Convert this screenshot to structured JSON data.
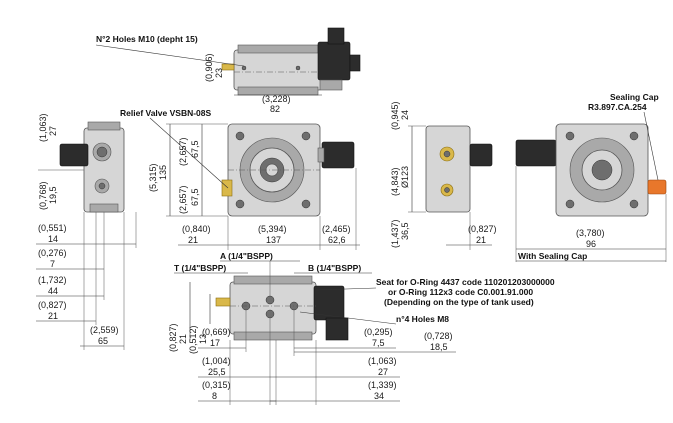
{
  "labels": {
    "holes_m10": "N°2 Holes M10 (depht 15)",
    "relief_valve": "Relief Valve VSBN-08S",
    "sealing_cap_title": "Sealing Cap",
    "sealing_cap_code": "R3.897.CA.254",
    "with_sealing_cap": "With Sealing Cap",
    "port_a": "A (1/4\"BSPP)",
    "port_t": "T (1/4\"BSPP)",
    "port_b": "B (1/4\"BSPP)",
    "oring_line1": "Seat for O-Ring 4437 code 110201203000000",
    "oring_line2": "or O-Ring 112x3 code C0.001.91.000",
    "oring_line3": "(Depending on the type of tank used)",
    "holes_m8": "n°4 Holes M8"
  },
  "dims": {
    "top_3228": "(3,228)",
    "top_82": "82",
    "top_0906": "(0,906)",
    "top_23": "23",
    "l_1063": "(1,063)",
    "l_27": "27",
    "l_0768": "(0,768)",
    "l_195": "19,5",
    "l_0551": "(0,551)",
    "l_14": "14",
    "l_0276": "(0,276)",
    "l_7": "7",
    "l_1732": "(1,732)",
    "l_44": "44",
    "l_0827": "(0,827)",
    "l_21": "21",
    "l_2559": "(2,559)",
    "l_65": "65",
    "f_5315": "(5,315)",
    "f_135": "135",
    "f_2657a": "(2,657)",
    "f_675a": "67,5",
    "f_2657b": "(2,657)",
    "f_675b": "67,5",
    "f_0840": "(0,840)",
    "f_21": "21",
    "f_5394": "(5,394)",
    "f_137": "137",
    "f_2465": "(2,465)",
    "f_626": "62,6",
    "s_0945": "(0,945)",
    "s_24": "24",
    "s_4843": "(4,843)",
    "s_123": "Ø123",
    "s_1437": "(1,437)",
    "s_365": "36,5",
    "s_0827": "(0,827)",
    "s_21": "21",
    "r_3780": "(3,780)",
    "r_96": "96",
    "b_0827": "(0,827)",
    "b_21": "21",
    "b_0512": "(0,512)",
    "b_13": "13",
    "b_0669": "(0,669)",
    "b_17": "17",
    "b_1004": "(1,004)",
    "b_255": "25,5",
    "b_0315": "(0,315)",
    "b_8": "8",
    "b_0295": "(0,295)",
    "b_75": "7,5",
    "b_0728": "(0,728)",
    "b_185": "18,5",
    "b_1063": "(1,063)",
    "b_27": "27",
    "b_1339": "(1,339)",
    "b_34": "34"
  }
}
